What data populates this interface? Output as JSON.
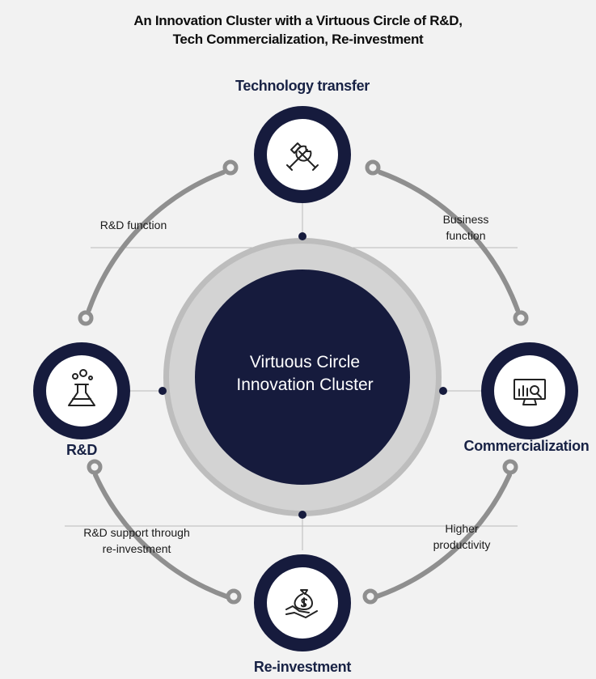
{
  "title": {
    "line1": "An Innovation Cluster with a Virtuous Circle of R&D,",
    "line2": "Tech Commercialization, Re-investment"
  },
  "center": {
    "line1": "Virtuous Circle",
    "line2": "Innovation Cluster"
  },
  "nodes": {
    "top": {
      "label": "Technology transfer",
      "icon": "tools-icon"
    },
    "left": {
      "label": "R&D",
      "icon": "flask-icon"
    },
    "right": {
      "label": "Commercialization",
      "icon": "analytics-monitor-icon"
    },
    "bottom": {
      "label": "Re-investment",
      "icon": "money-bag-hand-icon"
    }
  },
  "edges": {
    "top_left": {
      "line1": "R&D function"
    },
    "top_right": {
      "line1": "Business",
      "line2": "function"
    },
    "bottom_left": {
      "line1": "R&D support through",
      "line2": "re-investment"
    },
    "bottom_right": {
      "line1": "Higher",
      "line2": "productivity"
    }
  },
  "colors": {
    "background": "#f2f2f2",
    "navy": "#161b3d",
    "gray_ring": "#c8c8c8",
    "connector": "#9a9a9a"
  }
}
